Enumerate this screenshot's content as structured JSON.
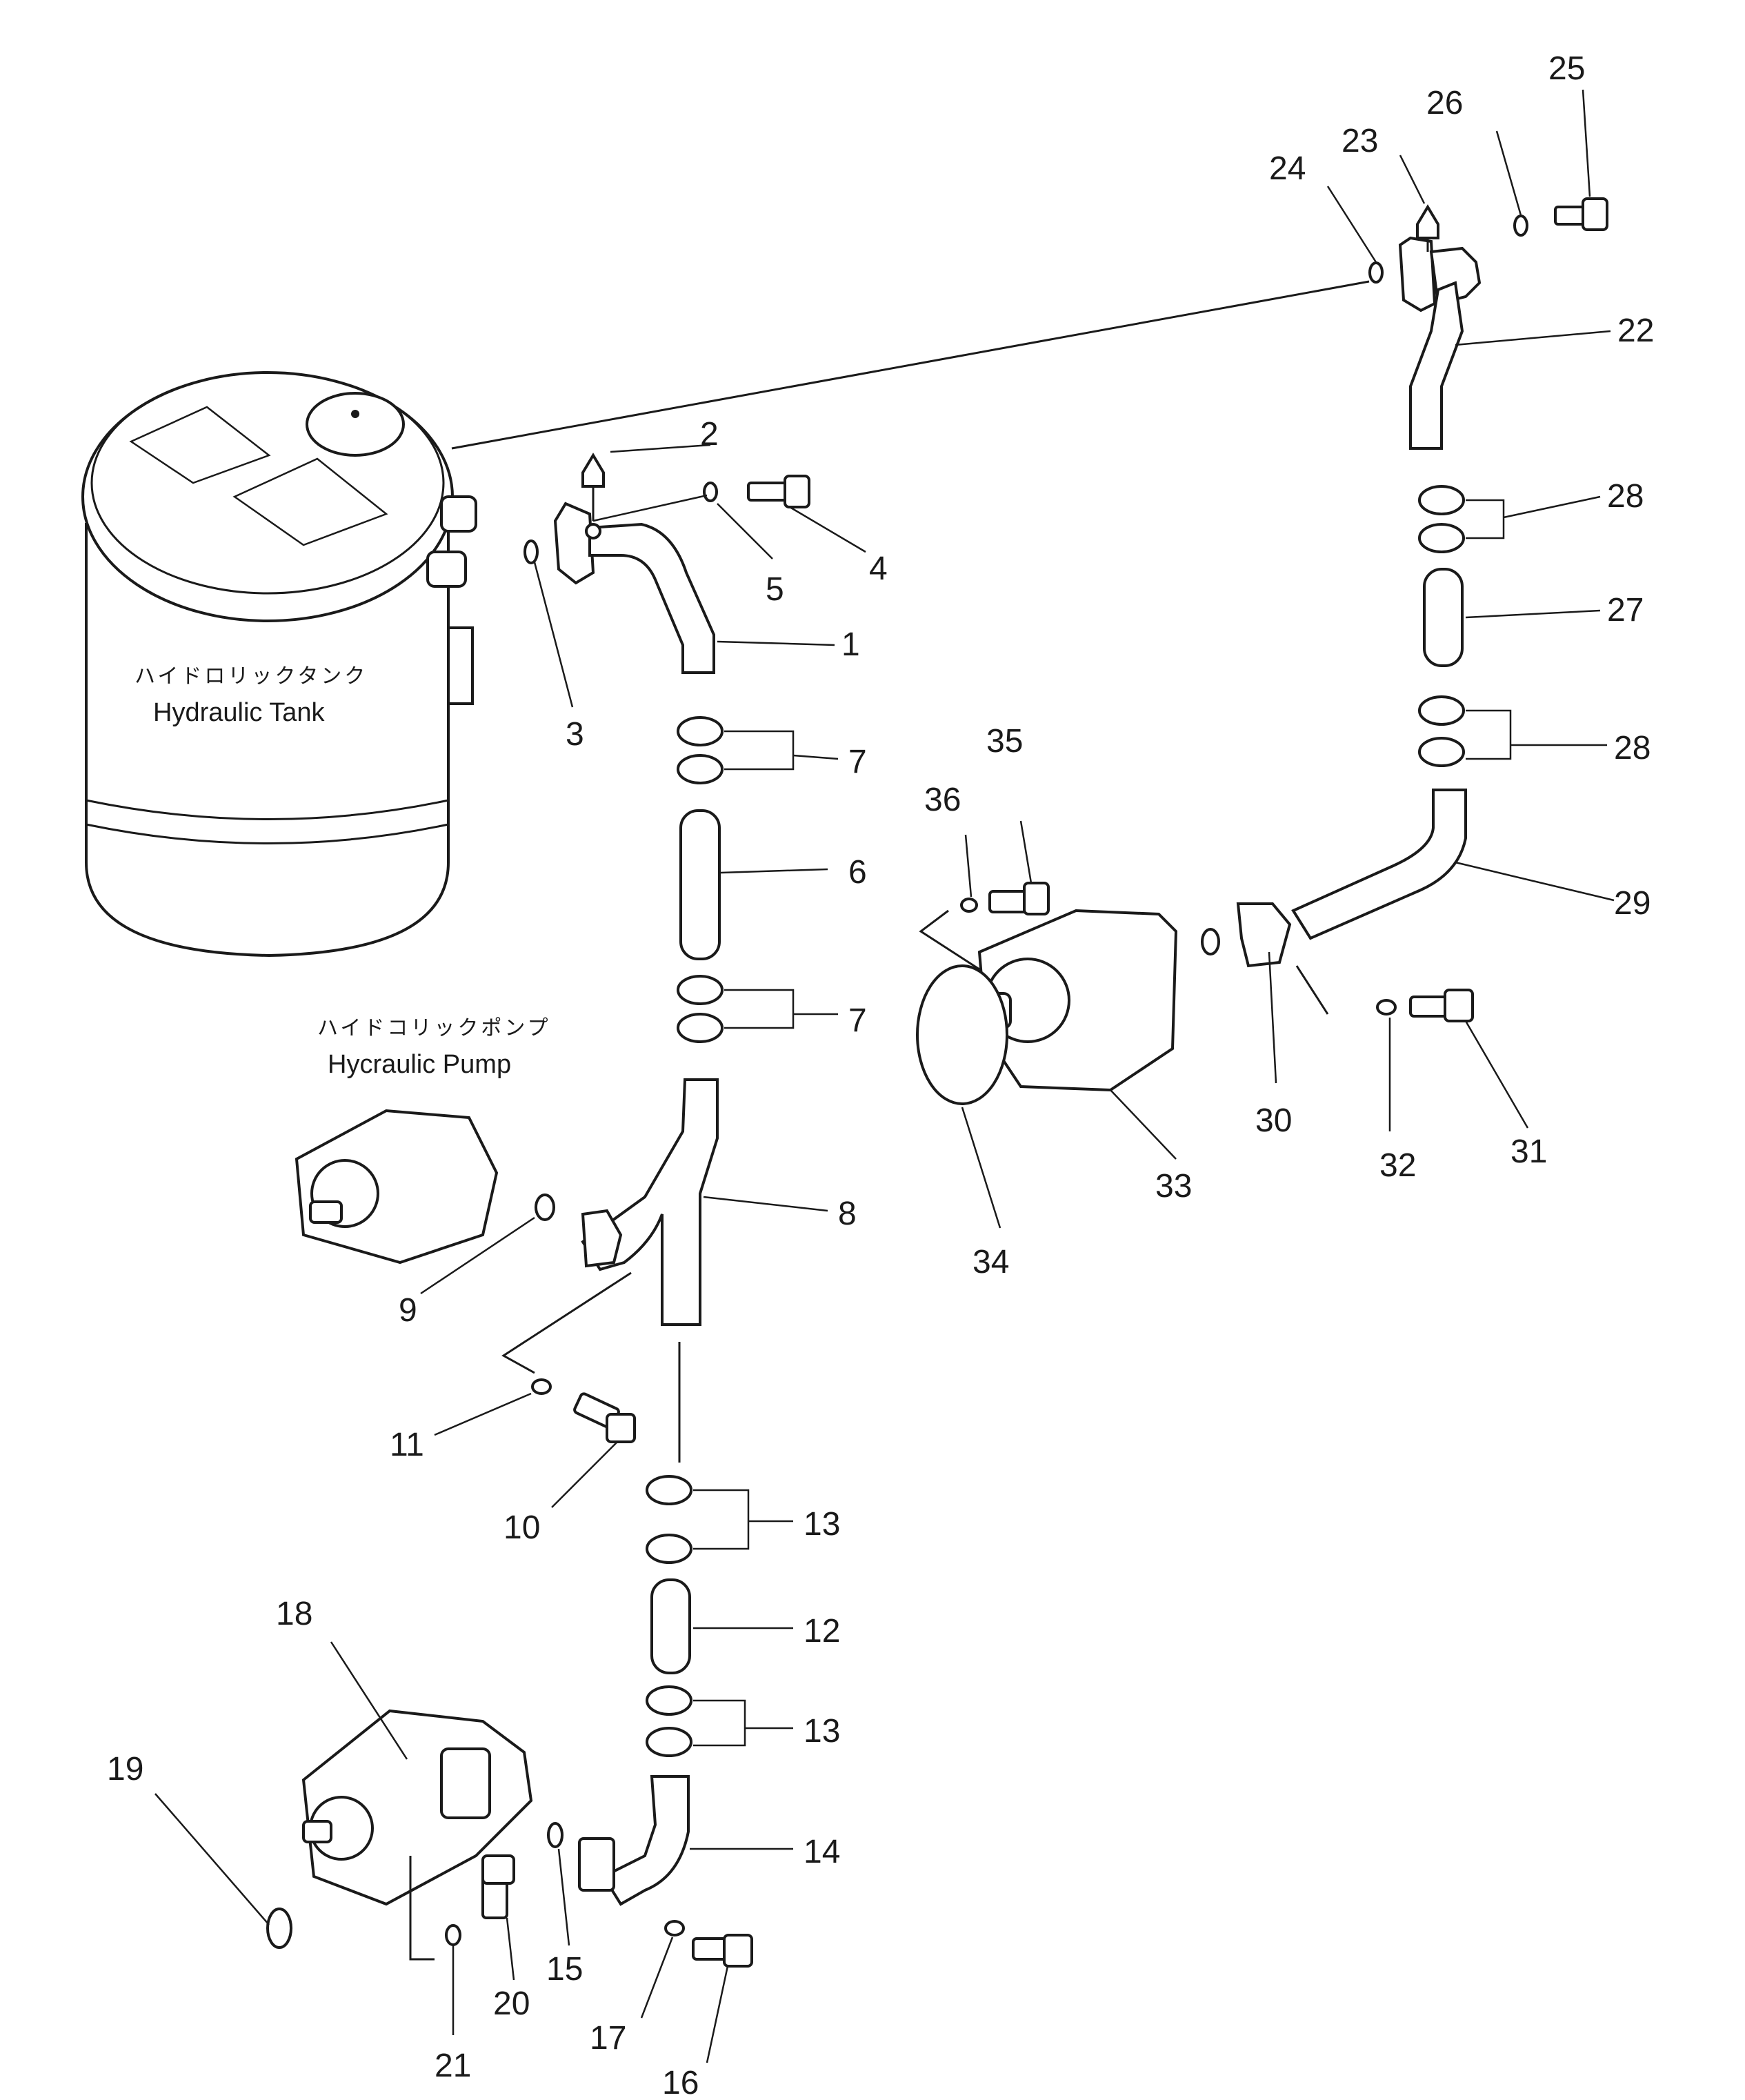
{
  "components": {
    "tank": {
      "label_jp": "ハイドロリックタンク",
      "label_en": "Hydraulic Tank"
    },
    "pump": {
      "label_jp": "ハイドコリックポンプ",
      "label_en": "Hycraulic Pump"
    }
  },
  "callouts": [
    "1",
    "2",
    "3",
    "4",
    "5",
    "6",
    "7",
    "7",
    "8",
    "9",
    "10",
    "11",
    "12",
    "13",
    "13",
    "14",
    "15",
    "16",
    "17",
    "18",
    "19",
    "20",
    "21",
    "22",
    "23",
    "24",
    "25",
    "26",
    "27",
    "28",
    "28",
    "29",
    "30",
    "31",
    "32",
    "33",
    "34",
    "35",
    "36"
  ]
}
